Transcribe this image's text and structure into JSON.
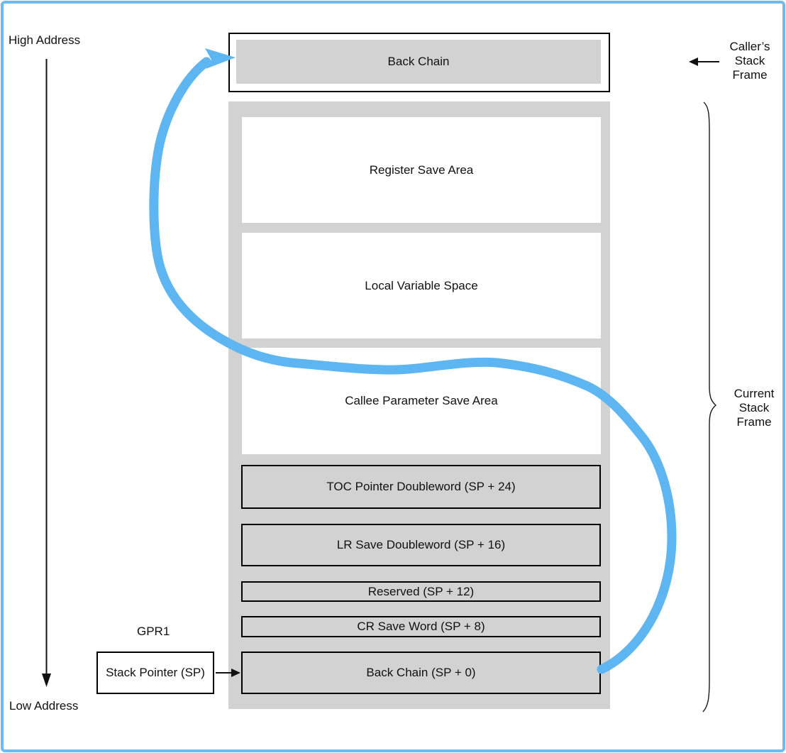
{
  "diagram": {
    "side_labels": {
      "high_address": "High Address",
      "low_address": "Low Address",
      "gpr1": "GPR1"
    },
    "stack_pointer_box": {
      "label": "Stack Pointer (SP)"
    },
    "caller_frame_box": {
      "label": "Back Chain"
    },
    "caller_annotation": {
      "line1": "Caller’s",
      "line2": "Stack",
      "line3": "Frame"
    },
    "current_annotation": {
      "line1": "Current",
      "line2": "Stack",
      "line3": "Frame"
    },
    "frame": {
      "boxes": [
        {
          "label": "Register Save Area",
          "type": "white"
        },
        {
          "label": "Local Variable Space",
          "type": "white"
        },
        {
          "label": "Callee Parameter Save Area",
          "type": "white"
        },
        {
          "label": "TOC Pointer Doubleword (SP + 24)",
          "type": "gray"
        },
        {
          "label": "LR Save Doubleword (SP + 16)",
          "type": "gray"
        },
        {
          "label": "Reserved (SP + 12)",
          "type": "gray"
        },
        {
          "label": "CR Save Word (SP + 8)",
          "type": "gray"
        },
        {
          "label": "Back Chain (SP + 0)",
          "type": "gray"
        }
      ]
    },
    "colors": {
      "box_gray": "#d2d2d2",
      "arrow_blue": "#5db6f2",
      "page_border_blue": "#6ebbf2",
      "line_black": "#111111"
    }
  }
}
